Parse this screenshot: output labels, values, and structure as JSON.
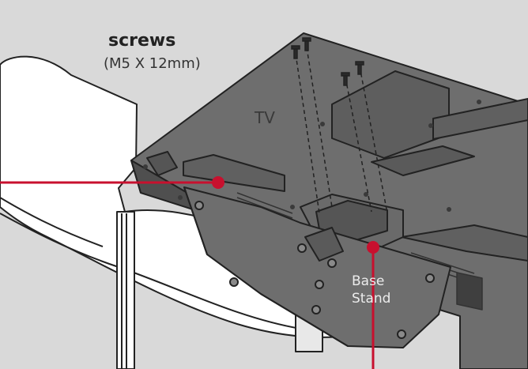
{
  "labels": {
    "screws_title": "screws",
    "screws_spec": "(M5 X 12mm)",
    "tv": "TV",
    "base_line1": "Base",
    "base_line2": "Stand"
  },
  "colors": {
    "background": "#d9d9d9",
    "panel": "#6e6e6e",
    "panel_dark": "#4e4e4e",
    "outline": "#222222",
    "callout": "#c8102e",
    "table": "#ffffff"
  }
}
